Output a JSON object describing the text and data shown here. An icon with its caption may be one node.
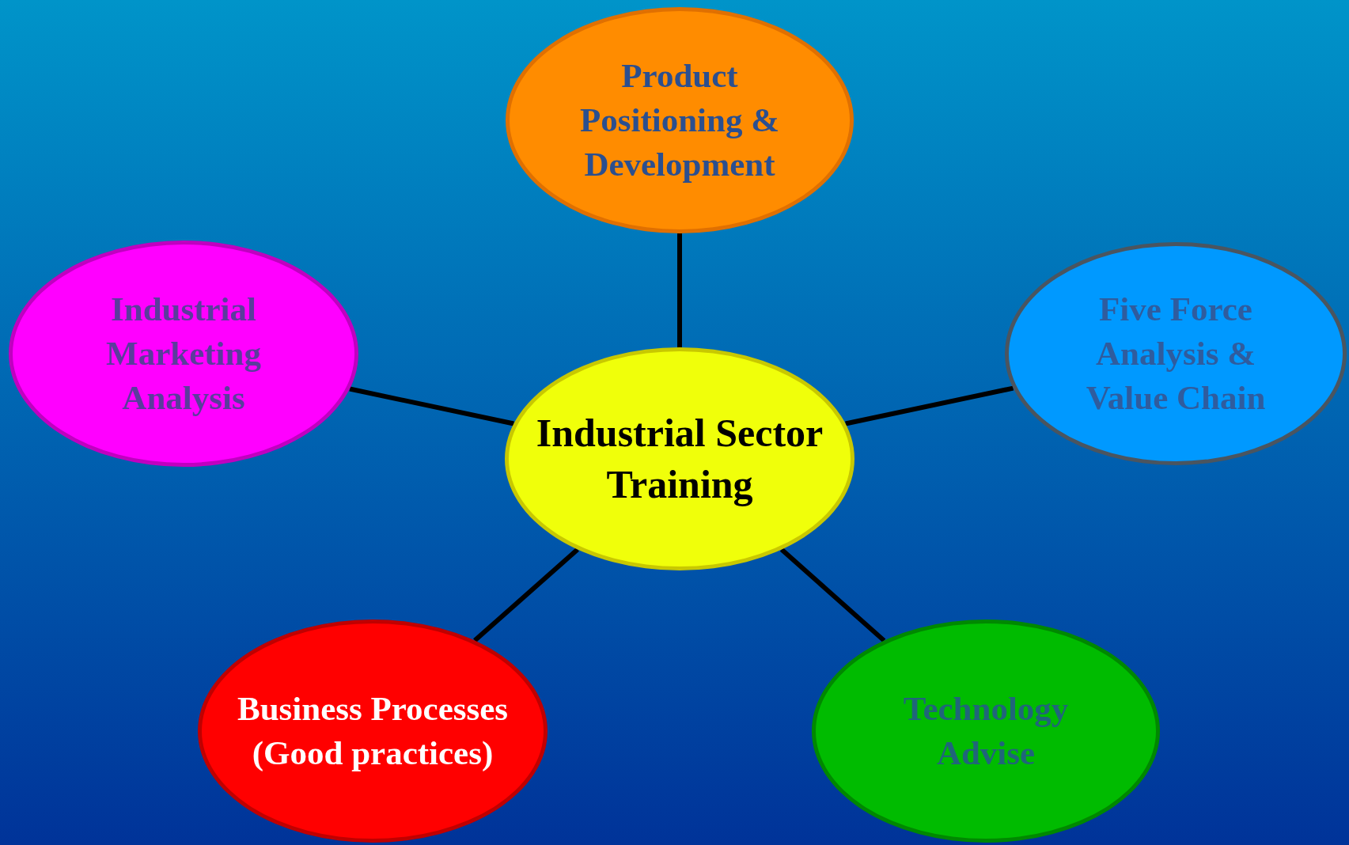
{
  "diagram": {
    "nodes": [
      {
        "text": [
          "Product Positioning & Development"
        ]
      },
      {
        "text": [
          "Industrial Marketing Analysis"
        ]
      },
      {
        "text": [
          "Five Force Analysis & Value Chain"
        ]
      },
      {
        "text": [
          "Industrial Sector Training"
        ]
      },
      {
        "text": [
          "Business Processes (Good practices)"
        ]
      },
      {
        "text": [
          "Technology Advise"
        ]
      }
    ],
    "edges": [
      {
        "from": 3,
        "to": 0,
        "arrow": "none"
      },
      {
        "from": 3,
        "to": 1,
        "arrow": "none"
      },
      {
        "from": 3,
        "to": 2,
        "arrow": "none"
      },
      {
        "from": 3,
        "to": 4,
        "arrow": "none"
      },
      {
        "from": 3,
        "to": 5,
        "arrow": "none"
      }
    ]
  }
}
